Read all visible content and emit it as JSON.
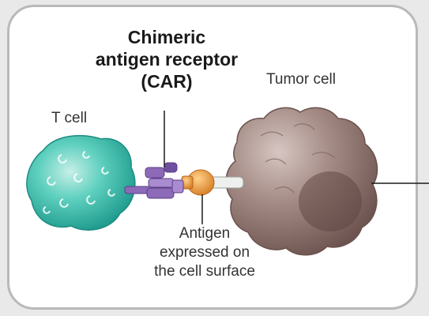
{
  "diagram": {
    "title_lines": [
      "Chimeric",
      "antigen receptor",
      "(CAR)"
    ],
    "tumor_cell_label": "Tumor cell",
    "t_cell_label": "T cell",
    "antigen_label_lines": [
      "Antigen",
      "expressed on",
      "the cell surface"
    ]
  },
  "colors": {
    "background": "#e9e9e9",
    "panel": "#ffffff",
    "panel_border": "#b9b9b9",
    "t_cell": "#3fc1b0",
    "tumor_cell": "#8c6f69",
    "receptor": "#8c6ab8",
    "antigen": "#f0a23a",
    "leader_line": "#1a1a1a"
  },
  "icons": [
    "t-cell-icon",
    "tumor-cell-icon",
    "car-receptor-icon",
    "antigen-icon"
  ]
}
